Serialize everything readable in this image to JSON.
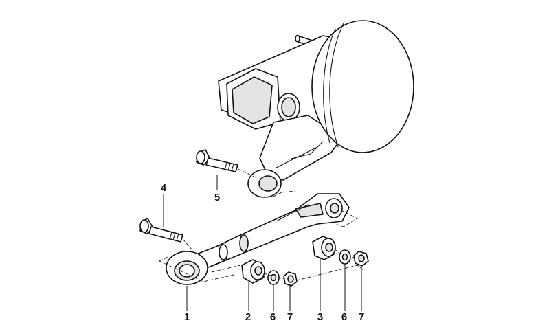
{
  "callouts": [
    {
      "id": "c1",
      "text": "1"
    },
    {
      "id": "c2",
      "text": "2"
    },
    {
      "id": "c3",
      "text": "3"
    },
    {
      "id": "c4",
      "text": "4"
    },
    {
      "id": "c5",
      "text": "5"
    },
    {
      "id": "c6a",
      "text": "6"
    },
    {
      "id": "c7a",
      "text": "7"
    },
    {
      "id": "c6b",
      "text": "6"
    },
    {
      "id": "c7b",
      "text": "7"
    }
  ],
  "colors": {
    "line": "#111111",
    "background": "#ffffff",
    "shade": "#e4e4e4"
  }
}
